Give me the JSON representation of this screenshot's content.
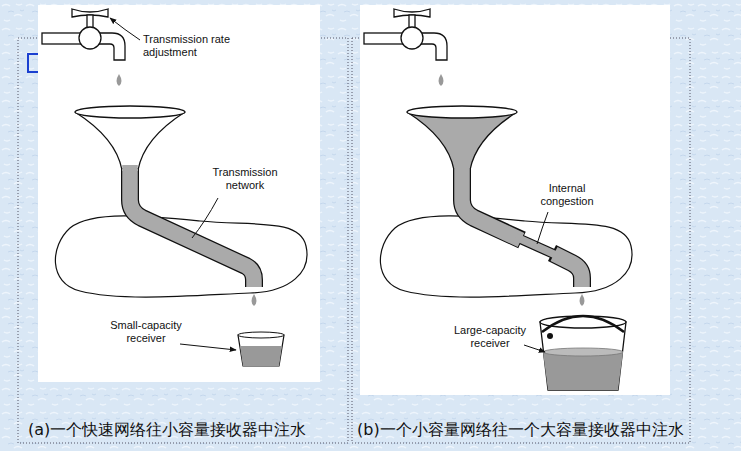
{
  "diagram": {
    "labels": [
      "Transmission rate adjustment",
      "Transmission network",
      "Small-capacity receiver",
      "(a)一个快速网络往小容量接收器中注水",
      "Internal congestion",
      "Large-capacity receiver",
      "(b)一个小容量网络往一个大容量接收器中注水"
    ]
  }
}
